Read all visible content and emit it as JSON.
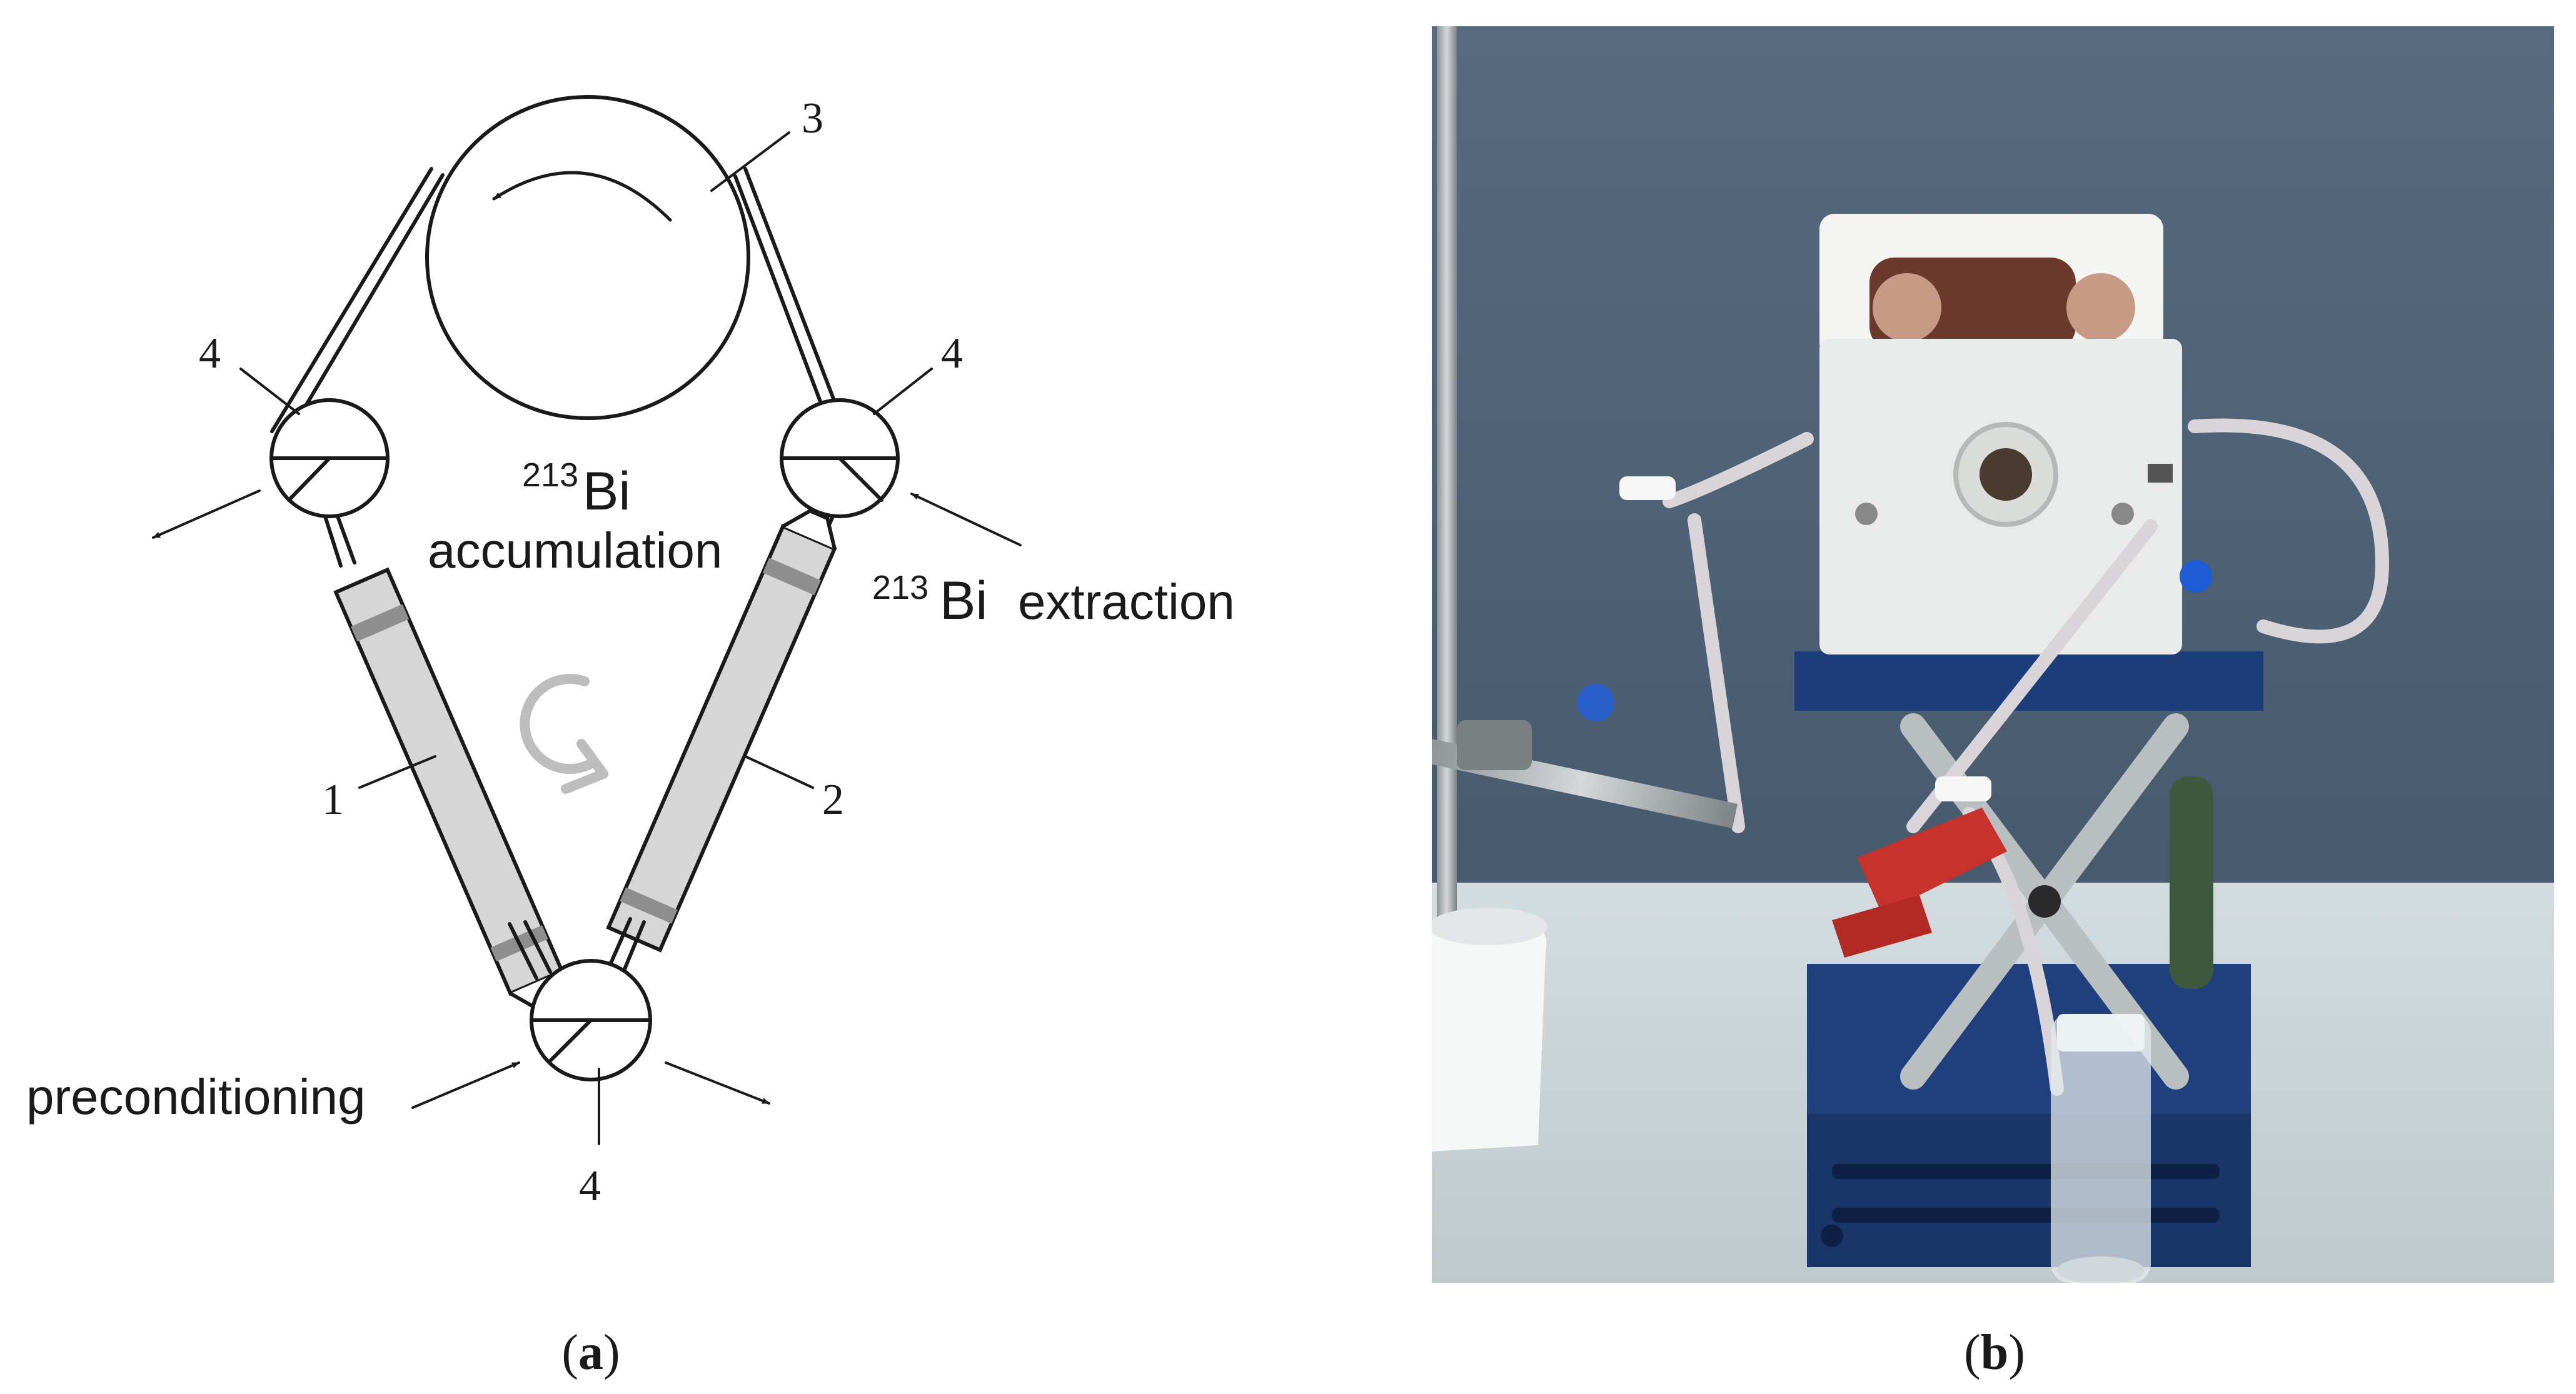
{
  "panel_a": {
    "callouts": {
      "n1": "1",
      "n2": "2",
      "n3": "3",
      "n4_left": "4",
      "n4_right": "4",
      "n4_bottom": "4"
    },
    "labels": {
      "isotope_sup_left": "213",
      "isotope_base_left": "Bi",
      "accumulation": "accumulation",
      "isotope_sup_right": "213",
      "isotope_base_right": "Bi",
      "extraction": "extraction",
      "preconditioning": "preconditioning"
    },
    "caption": {
      "open": "(",
      "letter": "a",
      "close": ")"
    }
  },
  "panel_b": {
    "caption": {
      "open": "(",
      "letter": "b",
      "close": ")"
    }
  },
  "colors": {
    "line": "#1a1a1a",
    "column_fill": "#d6d6d6",
    "column_band": "#8e8e8e",
    "cycle_arrow": "#bdbdbd",
    "photo_wall": "#4f6175",
    "photo_bench": "#c9d3d6",
    "stand_blue": "#1c3d7a",
    "pump_white": "#eceeed",
    "clamp_red": "#c8322c"
  }
}
